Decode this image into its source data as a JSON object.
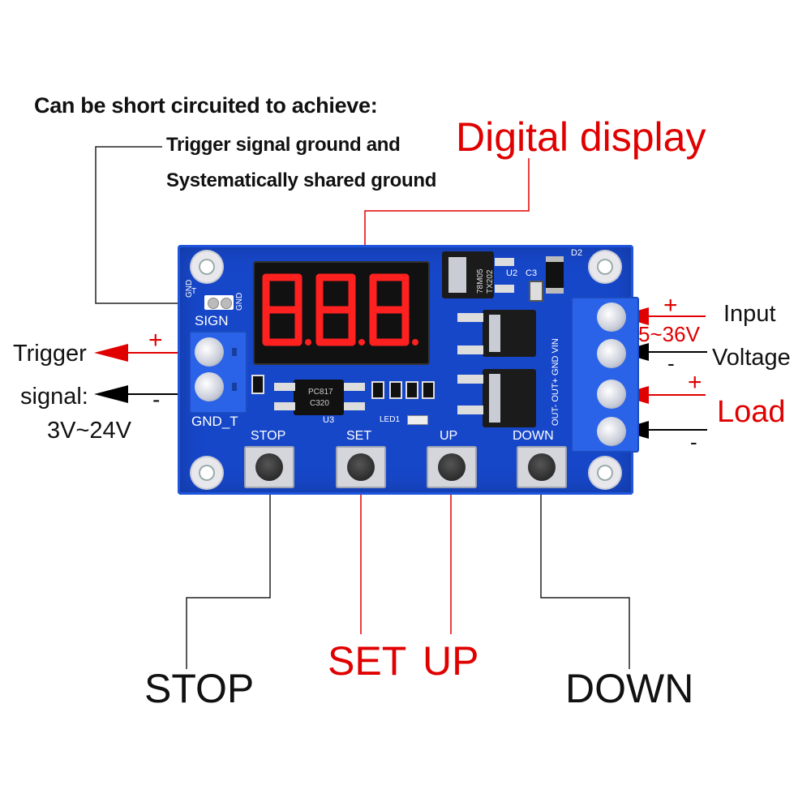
{
  "annotations": {
    "short_circuit_title": "Can be short circuited to achieve:",
    "short_circuit_line1": "Trigger signal ground and",
    "short_circuit_line2": "Systematically shared ground",
    "digital_display": "Digital display",
    "trigger": "Trigger",
    "signal": "signal:",
    "signal_range": "3V~24V",
    "input": "Input",
    "voltage": "Voltage",
    "input_range": "5~36V",
    "load": "Load",
    "plus": "+",
    "minus": "-"
  },
  "buttons": {
    "stop": "STOP",
    "set": "SET",
    "up": "UP",
    "down": "DOWN"
  },
  "board": {
    "display_digits": "8.8.8.",
    "sign_label": "SIGN",
    "gnd_t_label": "GND_T",
    "gnd_label": "GND",
    "t_label": "T",
    "led_label": "LED1",
    "u3_label": "U3",
    "u2_label": "U2",
    "c3_label": "C3",
    "d2_label": "D2",
    "regulator_marking_1": "78M05",
    "regulator_marking_2": "TX202",
    "optocoupler_marking_1": "PC817",
    "optocoupler_marking_2": "C320",
    "terminal_labels": "OUT- OUT+ GND VIN"
  },
  "colors": {
    "pcb": "#1747c9",
    "accent_red": "#e00000",
    "text": "#111111",
    "display_segment": "#ff2020"
  }
}
